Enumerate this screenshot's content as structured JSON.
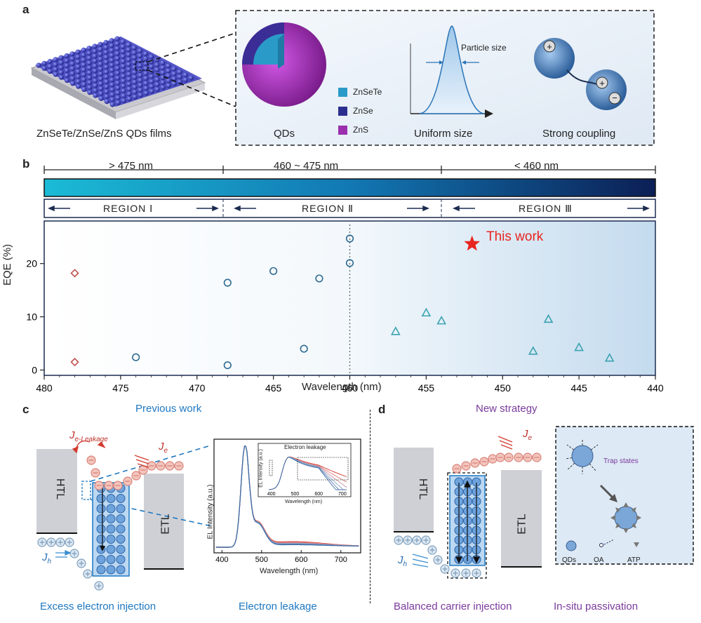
{
  "panel_a": {
    "label": "a",
    "film_caption": "ZnSeTe/ZnSe/ZnS QDs films",
    "legend": [
      {
        "name": "ZnSeTe",
        "color": "#2a9bc8"
      },
      {
        "name": "ZnSe",
        "color": "#2a2f8f"
      },
      {
        "name": "ZnS",
        "color": "#9b2fae"
      }
    ],
    "particle_size_label": "Particle size",
    "captions": {
      "qds": "QDs",
      "uniform": "Uniform size",
      "coupling": "Strong coupling"
    }
  },
  "panel_b": {
    "label": "b",
    "ranges": [
      "> 475 nm",
      "460 ~ 475  nm",
      "< 460 nm"
    ],
    "regions": [
      "REGION Ⅰ",
      "REGION Ⅱ",
      "REGION Ⅲ"
    ],
    "this_work": "This work",
    "xticks": [
      "480",
      "475",
      "470",
      "465",
      "460",
      "455",
      "450",
      "445",
      "440"
    ],
    "yticks": [
      "0",
      "10",
      "20"
    ]
  },
  "chart_data": {
    "type": "scatter",
    "xlabel": "Wavelength (nm)",
    "ylabel": "EQE (%)",
    "xlim": [
      480,
      440
    ],
    "ylim": [
      -1,
      28
    ],
    "vline": 460,
    "series": [
      {
        "marker": "diamond",
        "color": "#c0504d",
        "points": [
          [
            478,
            18.2
          ],
          [
            478,
            1.5
          ]
        ]
      },
      {
        "marker": "circle",
        "color": "#2e6b92",
        "points": [
          [
            474,
            2.4
          ],
          [
            468,
            16.4
          ],
          [
            468,
            0.9
          ],
          [
            465,
            18.6
          ],
          [
            463,
            4.0
          ],
          [
            462,
            17.2
          ],
          [
            460,
            24.7
          ],
          [
            460,
            20.1
          ]
        ]
      },
      {
        "marker": "triangle",
        "color": "#3aa3b0",
        "points": [
          [
            457,
            7.2
          ],
          [
            455,
            10.7
          ],
          [
            454,
            9.2
          ],
          [
            448,
            3.5
          ],
          [
            447,
            9.5
          ],
          [
            445,
            4.2
          ],
          [
            443,
            2.2
          ]
        ]
      },
      {
        "marker": "star",
        "color": "#e8251f",
        "points": [
          [
            452,
            23.7
          ]
        ]
      }
    ]
  },
  "panel_c": {
    "label": "c",
    "title": "Previous work",
    "htl": "HTL",
    "etl": "ETL",
    "je_leakage_main": "J",
    "je_leakage_sub": "e-Leakage",
    "je_main": "J",
    "je_sub": "e",
    "jh_main": "J",
    "jh_sub": "h",
    "caption_left": "Excess electron injection",
    "caption_right": "Electron leakage"
  },
  "inset": {
    "ylabel": "EL Intensity (a.u.)",
    "xlabel": "Wavelength (nm)",
    "xticks": [
      "400",
      "500",
      "600",
      "700"
    ],
    "sub_title": "Electron leakage",
    "sub_ylabel": "EL Intensity (a.u.)",
    "sub_xlabel": "Wavelength (nm)",
    "sub_xticks": [
      "400",
      "500",
      "600",
      "700"
    ]
  },
  "panel_d": {
    "label": "d",
    "title": "New strategy",
    "htl": "HTL",
    "etl": "ETL",
    "je_main": "J",
    "je_sub": "e",
    "jh_main": "J",
    "jh_sub": "h",
    "trap_states": "Trap states",
    "legend": [
      "QDs",
      "OA",
      "ATP"
    ],
    "caption_left": "Balanced carrier injection",
    "caption_right": "In-situ passivation"
  }
}
